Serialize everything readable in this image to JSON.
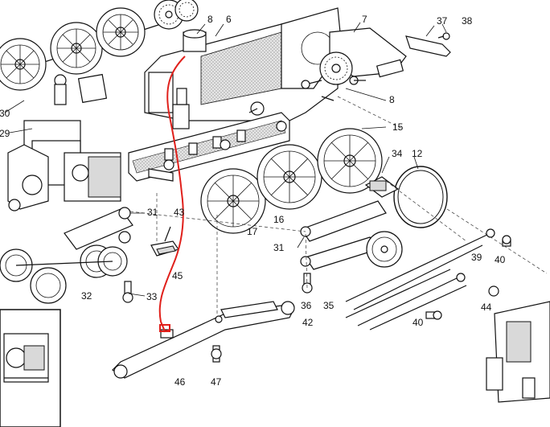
{
  "diagram": {
    "labels": [
      "8",
      "6",
      "7",
      "37",
      "38",
      "30",
      "29",
      "8",
      "15",
      "34",
      "12",
      "43",
      "31",
      "16",
      "17",
      "31",
      "39",
      "40",
      "45",
      "32",
      "33",
      "36",
      "35",
      "44",
      "42",
      "40",
      "46",
      "47"
    ],
    "wire_color": "#e0201b",
    "line_color": "#111111"
  }
}
